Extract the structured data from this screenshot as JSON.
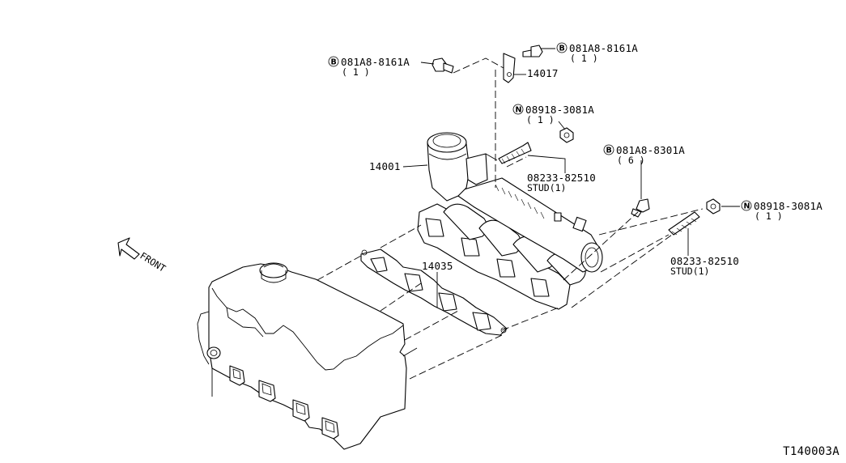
{
  "diagram_code": "T140003A",
  "direction_label": "FRONT",
  "callouts": {
    "bolt_left": {
      "badge": "B",
      "part_number": "081A8-8161A",
      "qty": "( 1 )"
    },
    "bolt_top_right": {
      "badge": "B",
      "part_number": "081A8-8161A",
      "qty": "( 1 )"
    },
    "bracket": {
      "part_number": "14017"
    },
    "nut_upper": {
      "badge": "N",
      "part_number": "08918-3081A",
      "qty": "( 1 )"
    },
    "manifold": {
      "part_number": "14001"
    },
    "stud_upper": {
      "part_number": "08233-82510",
      "qty": "STUD(1)"
    },
    "bolt_manifold": {
      "badge": "B",
      "part_number": "081A8-8301A",
      "qty": "( 6 )"
    },
    "nut_right": {
      "badge": "N",
      "part_number": "08918-3081A",
      "qty": "( 1 )"
    },
    "stud_right": {
      "part_number": "08233-82510",
      "qty": "STUD(1)"
    },
    "gasket": {
      "part_number": "14035"
    }
  }
}
